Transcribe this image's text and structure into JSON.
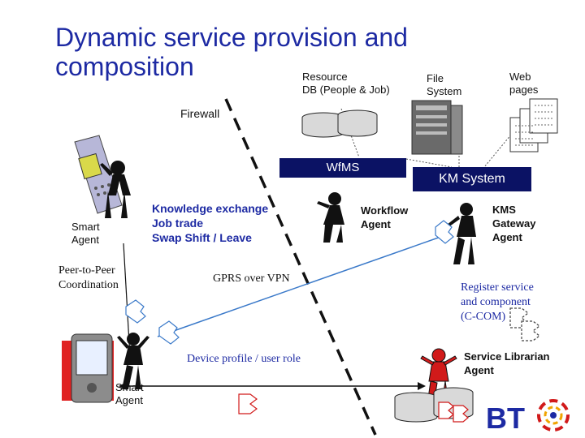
{
  "title": "Dynamic service provision and\ncomposition",
  "labels": {
    "resource_db": "Resource\nDB (People & Job)",
    "file_system": "File\nSystem",
    "web_pages": "Web\npages",
    "firewall": "Firewall",
    "wfms": "WfMS",
    "km_system": "KM System",
    "smart_agent_top": "Smart\nAgent",
    "knowledge_exchange": "Knowledge exchange\nJob trade\nSwap Shift / Leave",
    "workflow_agent": "Workflow\nAgent",
    "kms_gateway_agent": "KMS\nGateway\nAgent",
    "peer_to_peer": "Peer-to-Peer\nCoordination",
    "gprs_over_vpn": "GPRS over VPN",
    "register_service": "Register service\nand component\n(C-COM)",
    "device_profile": "Device profile / user role",
    "service_librarian_agent": "Service Librarian\nAgent",
    "smart_agent_bottom": "Smart\nAgent"
  },
  "colors": {
    "title": "#1d2aa3",
    "bar": "#0b1264",
    "bt_logo": "#1d2aa3",
    "component_icon": "#d11a1a",
    "librarian_agent": "#d11a1a"
  },
  "icons": [
    "mobile-phone-icon",
    "pda-icon",
    "server-icon",
    "database-icon",
    "web-pages-icon",
    "agent-figure-icon",
    "component-icon",
    "bt-logo-icon"
  ]
}
